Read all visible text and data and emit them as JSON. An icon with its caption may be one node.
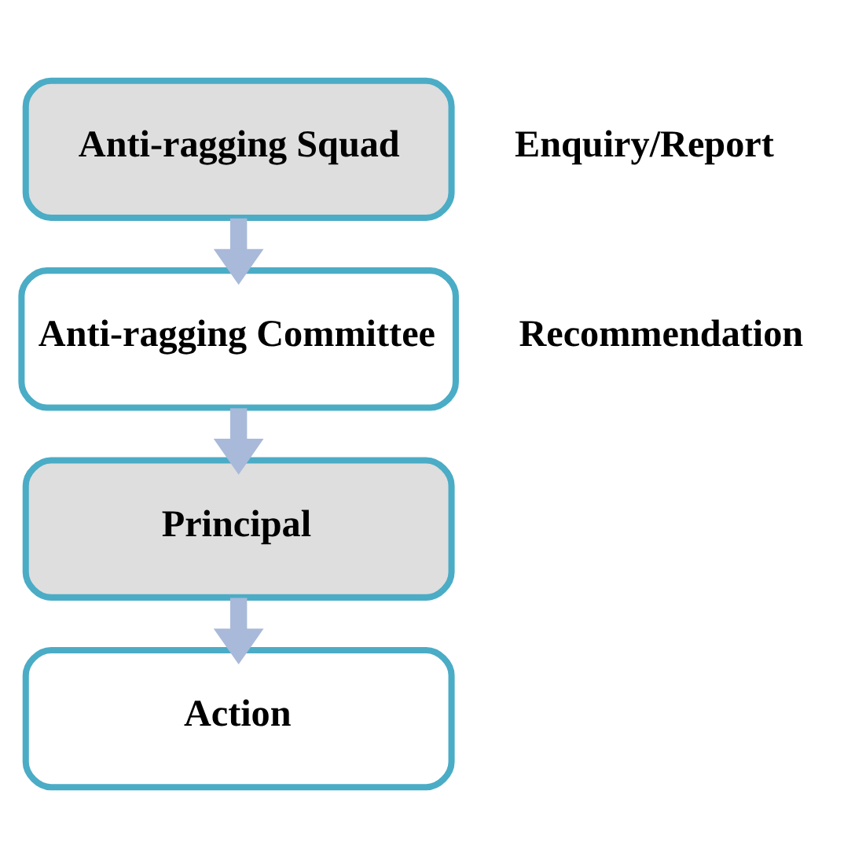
{
  "diagram": {
    "nodes": [
      {
        "text": [
          "Anti-ragging Squad"
        ],
        "beside": [
          "Enquiry/Report"
        ]
      },
      {
        "text": [
          "Anti-ragging Committee"
        ],
        "beside": [
          "Recommendation"
        ]
      },
      {
        "text": [
          "Principal"
        ]
      },
      {
        "text": [
          "Action"
        ]
      }
    ],
    "edges": [
      {
        "from": 0,
        "to": 1,
        "arrow": "to"
      },
      {
        "from": 1,
        "to": 2,
        "arrow": "to"
      },
      {
        "from": 2,
        "to": 3,
        "arrow": "to"
      }
    ]
  }
}
